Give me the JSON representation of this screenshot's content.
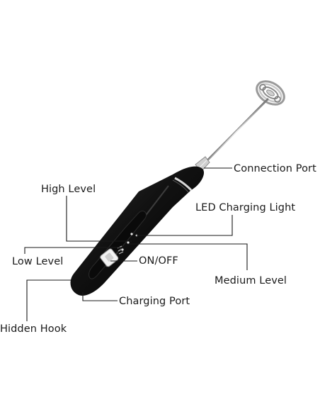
{
  "labels": {
    "connection_port": "Connection Port",
    "high_level": "High Level",
    "led_charging_light": "LED Charging Light",
    "low_level": "Low Level",
    "on_off": "ON/OFF",
    "medium_level": "Medium Level",
    "charging_port": "Charging Port",
    "hidden_hook": "Hidden Hook"
  },
  "colors": {
    "body": "#111111",
    "leader_line": "#1a1a1a",
    "metal": "#b8b8b8",
    "text": "#1a1a1a"
  }
}
